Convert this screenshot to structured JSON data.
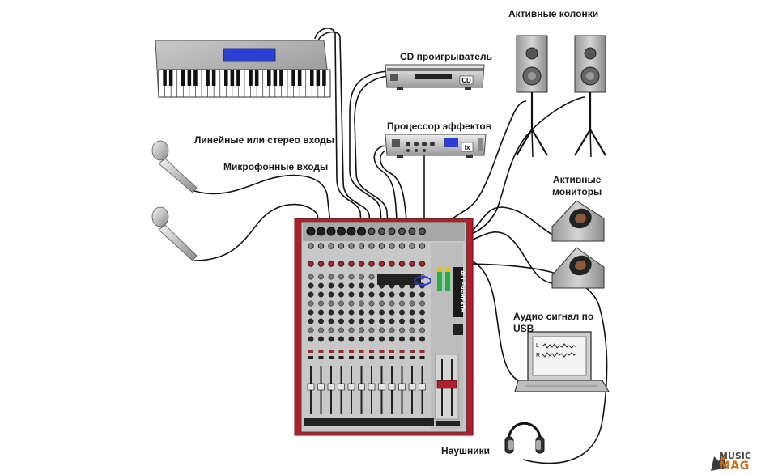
{
  "labels": {
    "active_speakers": "Активные колонки",
    "cd_player": "CD проигрыватель",
    "effects_processor": "Процессор эффектов",
    "line_inputs": "Линейные или стерео входы",
    "mic_inputs": "Микрофонные входы",
    "active_monitors": "Активные\nмониторы",
    "usb_audio": "Аудио сигнал по\nUSB",
    "headphones": "Наушники"
  },
  "device_text": {
    "cd_badge": "CD",
    "fx_badge": "fx",
    "mixer_brand": "ALLEN&HEATH",
    "laptop_l": "L",
    "laptop_r": "R"
  },
  "watermark": {
    "line1": "MUSIC",
    "line2": "MAG"
  },
  "colors": {
    "mixer_red": "#b0202a",
    "mixer_body": "#c8c8c8",
    "keyboard_display": "#2a3fd8",
    "cable": "#111111"
  }
}
